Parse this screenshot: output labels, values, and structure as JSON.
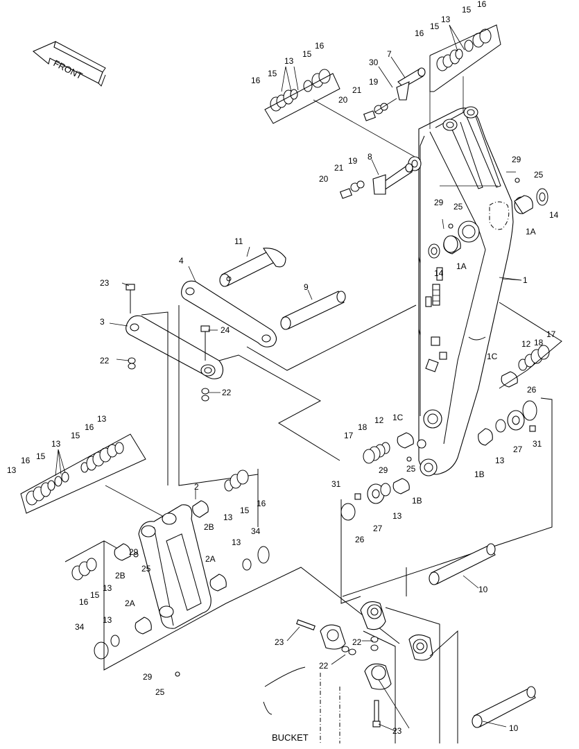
{
  "diagram": {
    "direction_label": "FRONT",
    "bucket_label": "BUCKET",
    "callouts": [
      {
        "id": "c1",
        "text": "1"
      },
      {
        "id": "c1a_r",
        "text": "1A"
      },
      {
        "id": "c1a_l",
        "text": "1A"
      },
      {
        "id": "c1b_r",
        "text": "1B"
      },
      {
        "id": "c1b_l",
        "text": "1B"
      },
      {
        "id": "c1c_r",
        "text": "1C"
      },
      {
        "id": "c1c_l",
        "text": "1C"
      },
      {
        "id": "c2",
        "text": "2"
      },
      {
        "id": "c2a_r",
        "text": "2A"
      },
      {
        "id": "c2a_l",
        "text": "2A"
      },
      {
        "id": "c2b_r",
        "text": "2B"
      },
      {
        "id": "c2b_l",
        "text": "2B"
      },
      {
        "id": "c3",
        "text": "3"
      },
      {
        "id": "c4",
        "text": "4"
      },
      {
        "id": "c7",
        "text": "7"
      },
      {
        "id": "c8",
        "text": "8"
      },
      {
        "id": "c9",
        "text": "9"
      },
      {
        "id": "c10_a",
        "text": "10"
      },
      {
        "id": "c10_b",
        "text": "10"
      },
      {
        "id": "c11",
        "text": "11"
      },
      {
        "id": "c12_r",
        "text": "12"
      },
      {
        "id": "c12_l",
        "text": "12"
      },
      {
        "id": "c13_a",
        "text": "13"
      },
      {
        "id": "c13_b",
        "text": "13"
      },
      {
        "id": "c13_c",
        "text": "13"
      },
      {
        "id": "c13_d",
        "text": "13"
      },
      {
        "id": "c13_e",
        "text": "13"
      },
      {
        "id": "c13_f",
        "text": "13"
      },
      {
        "id": "c13_g",
        "text": "13"
      },
      {
        "id": "c13_h",
        "text": "13"
      },
      {
        "id": "c13_i",
        "text": "13"
      },
      {
        "id": "c13_j",
        "text": "13"
      },
      {
        "id": "c13_k",
        "text": "13"
      },
      {
        "id": "c14_r",
        "text": "14"
      },
      {
        "id": "c14_l",
        "text": "14"
      },
      {
        "id": "c15_a",
        "text": "15"
      },
      {
        "id": "c15_b",
        "text": "15"
      },
      {
        "id": "c15_c",
        "text": "15"
      },
      {
        "id": "c15_d",
        "text": "15"
      },
      {
        "id": "c15_e",
        "text": "15"
      },
      {
        "id": "c15_f",
        "text": "15"
      },
      {
        "id": "c15_g",
        "text": "15"
      },
      {
        "id": "c15_h",
        "text": "15"
      },
      {
        "id": "c16_a",
        "text": "16"
      },
      {
        "id": "c16_b",
        "text": "16"
      },
      {
        "id": "c16_c",
        "text": "16"
      },
      {
        "id": "c16_d",
        "text": "16"
      },
      {
        "id": "c16_e",
        "text": "16"
      },
      {
        "id": "c16_f",
        "text": "16"
      },
      {
        "id": "c16_g",
        "text": "16"
      },
      {
        "id": "c16_h",
        "text": "16"
      },
      {
        "id": "c17_r",
        "text": "17"
      },
      {
        "id": "c17_l",
        "text": "17"
      },
      {
        "id": "c18_r",
        "text": "18"
      },
      {
        "id": "c18_l",
        "text": "18"
      },
      {
        "id": "c19_a",
        "text": "19"
      },
      {
        "id": "c19_b",
        "text": "19"
      },
      {
        "id": "c20_a",
        "text": "20"
      },
      {
        "id": "c20_b",
        "text": "20"
      },
      {
        "id": "c21_a",
        "text": "21"
      },
      {
        "id": "c21_b",
        "text": "21"
      },
      {
        "id": "c22_a",
        "text": "22"
      },
      {
        "id": "c22_b",
        "text": "22"
      },
      {
        "id": "c22_c",
        "text": "22"
      },
      {
        "id": "c22_d",
        "text": "22"
      },
      {
        "id": "c23_a",
        "text": "23"
      },
      {
        "id": "c23_b",
        "text": "23"
      },
      {
        "id": "c23_c",
        "text": "23"
      },
      {
        "id": "c24",
        "text": "24"
      },
      {
        "id": "c25_a",
        "text": "25"
      },
      {
        "id": "c25_b",
        "text": "25"
      },
      {
        "id": "c25_c",
        "text": "25"
      },
      {
        "id": "c25_d",
        "text": "25"
      },
      {
        "id": "c25_e",
        "text": "25"
      },
      {
        "id": "c26_r",
        "text": "26"
      },
      {
        "id": "c26_l",
        "text": "26"
      },
      {
        "id": "c27_r",
        "text": "27"
      },
      {
        "id": "c27_l",
        "text": "27"
      },
      {
        "id": "c29_a",
        "text": "29"
      },
      {
        "id": "c29_b",
        "text": "29"
      },
      {
        "id": "c29_c",
        "text": "29"
      },
      {
        "id": "c29_d",
        "text": "29"
      },
      {
        "id": "c29_e",
        "text": "29"
      },
      {
        "id": "c30",
        "text": "30"
      },
      {
        "id": "c31_r",
        "text": "31"
      },
      {
        "id": "c31_l",
        "text": "31"
      },
      {
        "id": "c34_r",
        "text": "34"
      },
      {
        "id": "c34_l",
        "text": "34"
      }
    ]
  }
}
